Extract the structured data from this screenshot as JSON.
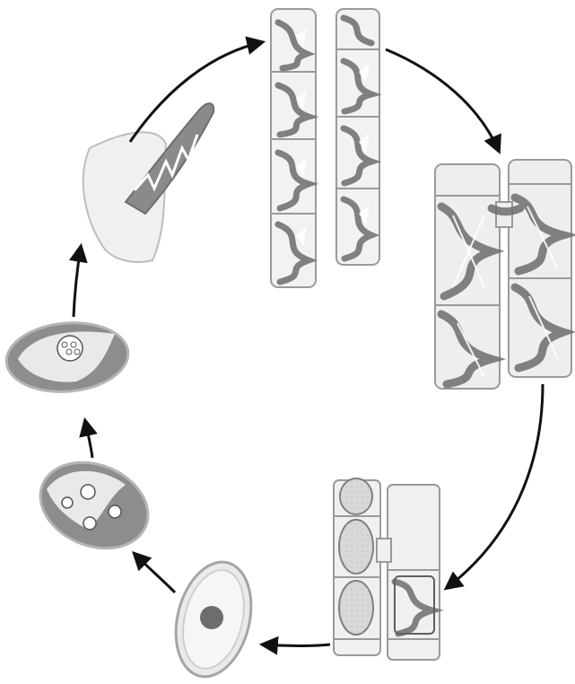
{
  "diagram": {
    "kind": "life-cycle",
    "palette": {
      "background": "#ffffff",
      "arrow": "#111111",
      "cell_wall": "#c9c9c9",
      "cell_fill": "#f2f2f2",
      "chloroplast": "#7a7a7a",
      "spore_light": "#e9e9e9",
      "spore_dark": "#8d8d8d"
    },
    "stages": [
      {
        "id": "filaments",
        "icon": "parallel-algal-filaments"
      },
      {
        "id": "conjugation",
        "icon": "conjugating-filaments"
      },
      {
        "id": "zygote-formation",
        "icon": "filaments-with-zygotes"
      },
      {
        "id": "zygospore",
        "icon": "zygospore-cell"
      },
      {
        "id": "meiosis",
        "icon": "spore-dividing"
      },
      {
        "id": "germination",
        "icon": "spore-germinating"
      },
      {
        "id": "new-filament",
        "icon": "emerging-filament"
      }
    ]
  }
}
